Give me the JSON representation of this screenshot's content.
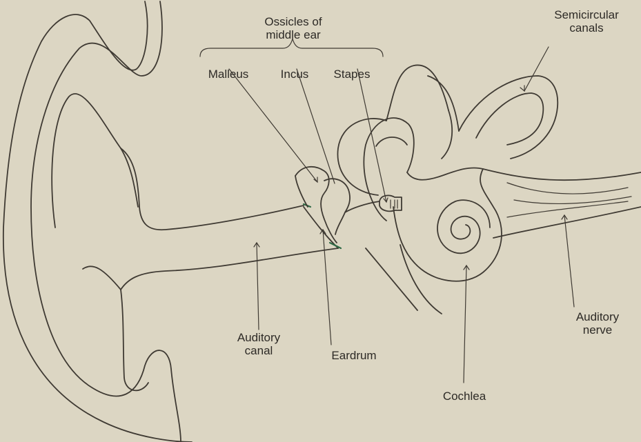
{
  "labels": {
    "ossicles": "Ossicles of\nmiddle ear",
    "malleus": "Malleus",
    "incus": "Incus",
    "stapes": "Stapes",
    "semicircular_canals": "Semicircular\ncanals",
    "auditory_canal": "Auditory\ncanal",
    "eardrum": "Eardrum",
    "cochlea": "Cochlea",
    "auditory_nerve": "Auditory\nnerve"
  },
  "colors": {
    "background": "#dcd6c3",
    "ink": "#3f3a33",
    "membrane": "#2f6a45"
  }
}
